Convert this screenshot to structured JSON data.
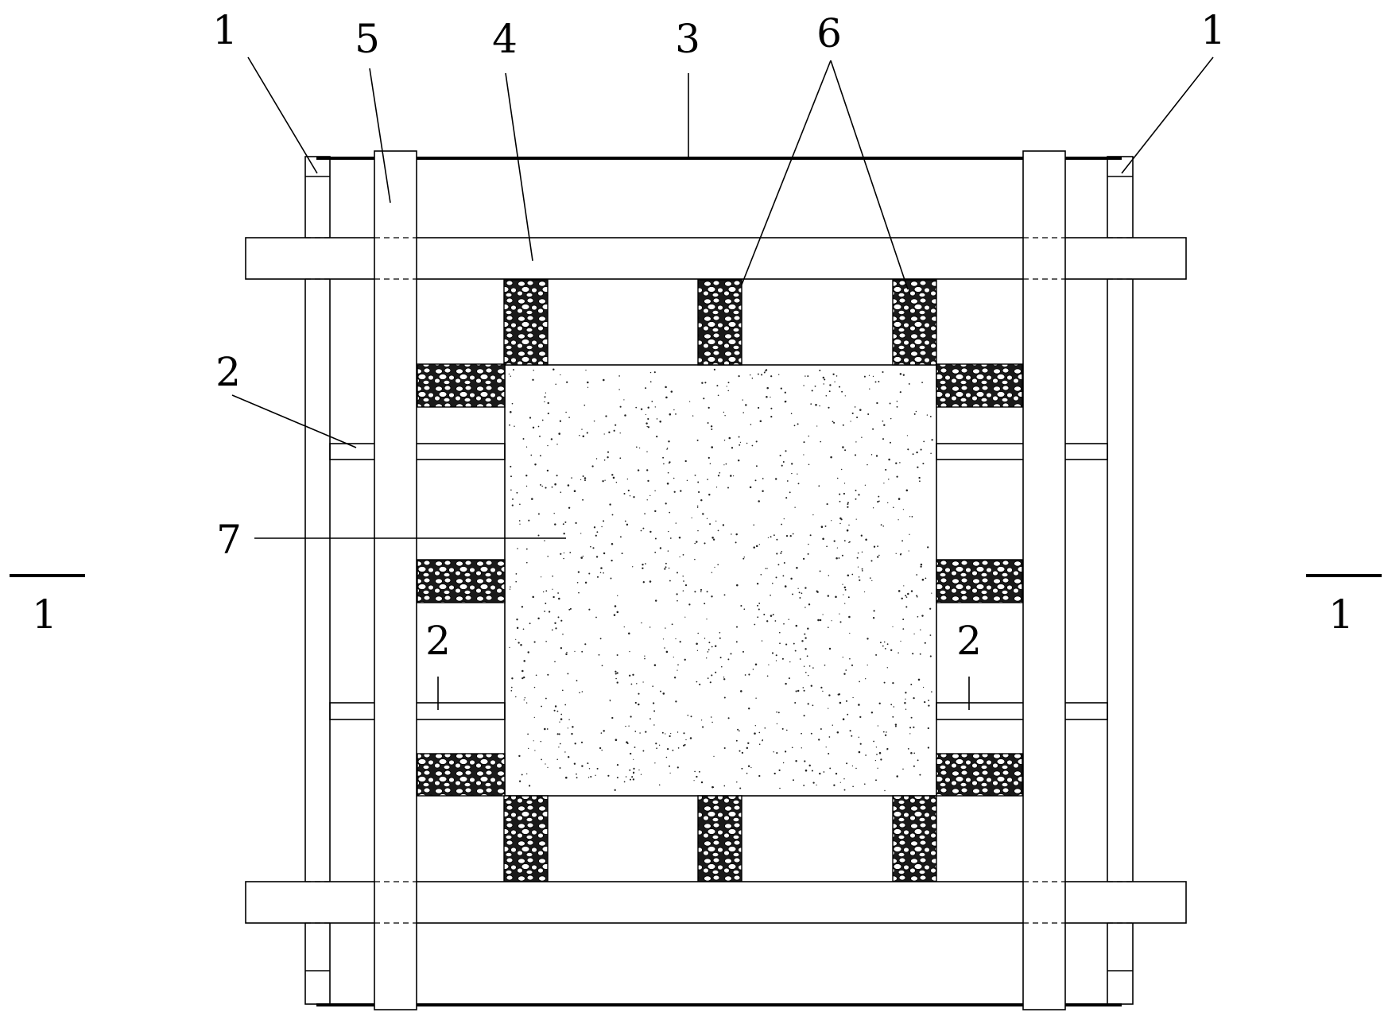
{
  "labels": {
    "l1_left": "1",
    "l1_right": "1",
    "l2_upper": "2",
    "l2_lower_left": "2",
    "l2_lower_right": "2",
    "l3": "3",
    "l4": "4",
    "l5": "5",
    "l6": "6",
    "l7": "7",
    "section_left": "1",
    "section_right": "1"
  }
}
